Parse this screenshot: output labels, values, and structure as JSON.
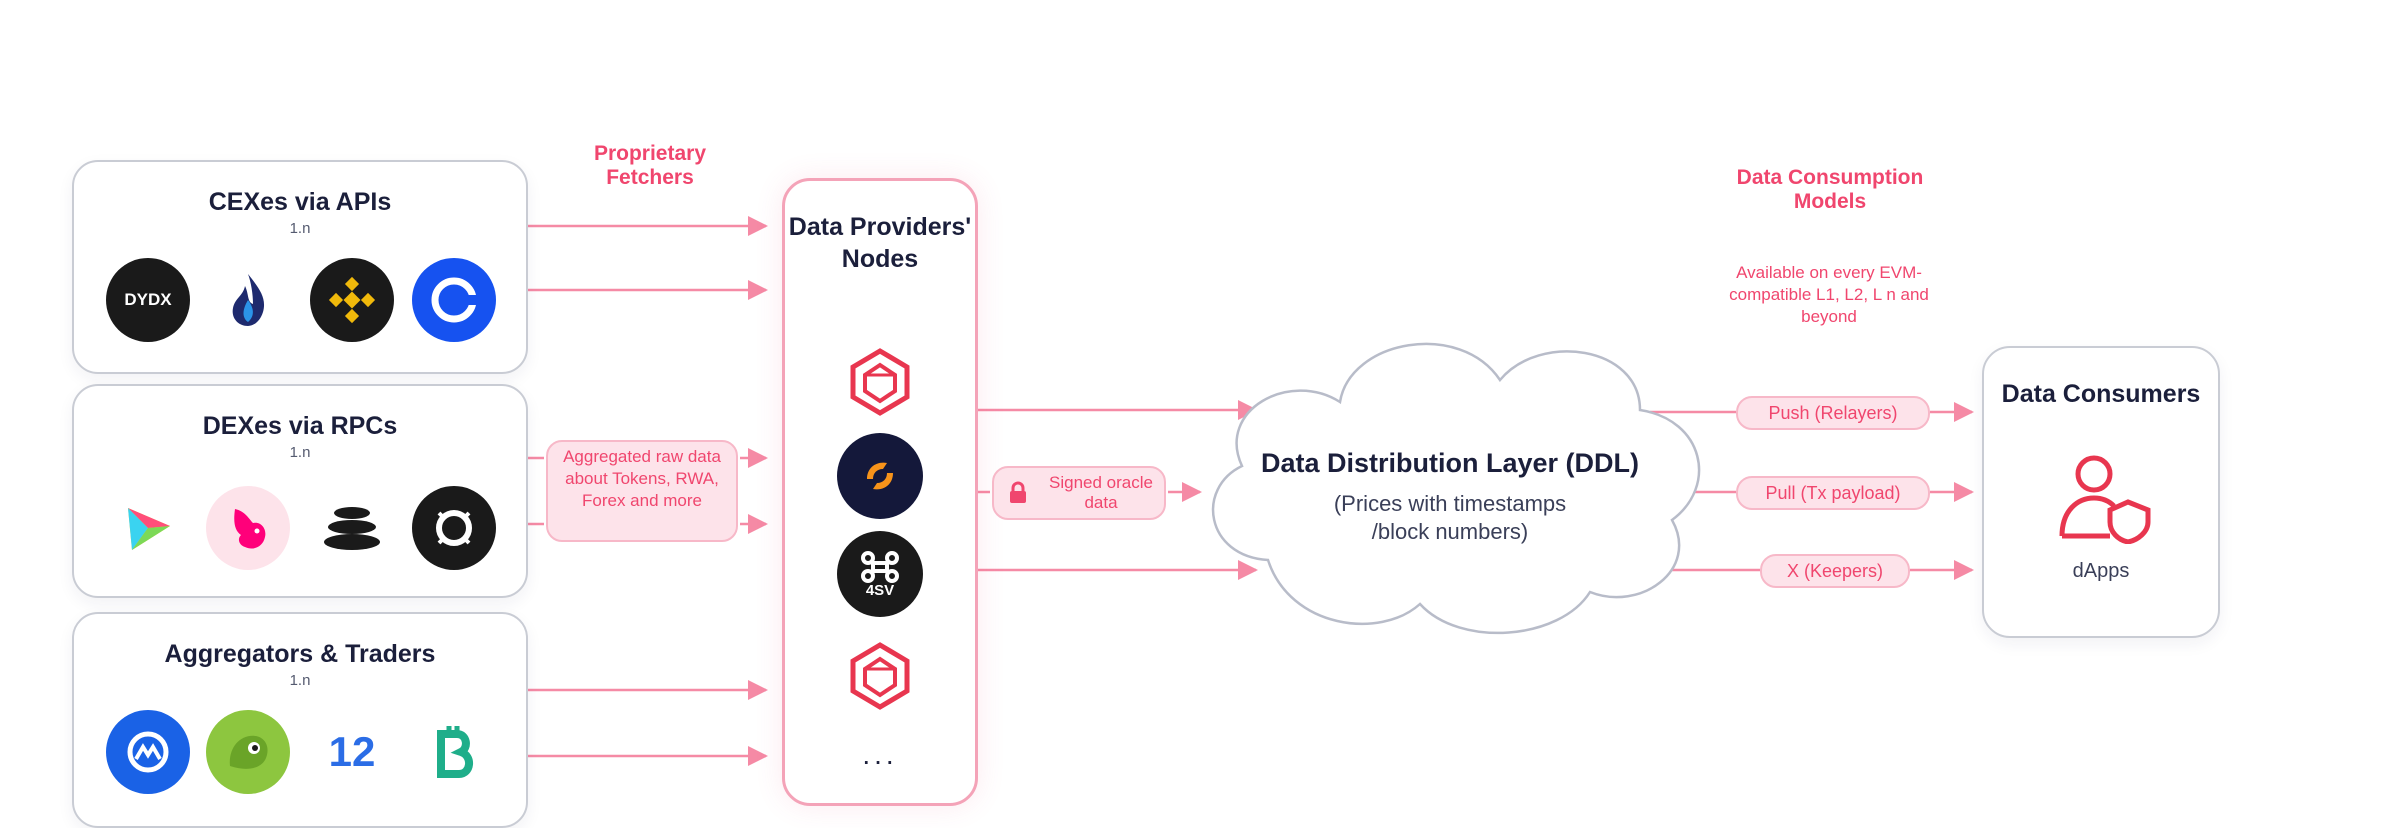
{
  "sources": [
    {
      "title": "CEXes via APIs",
      "sub": "1.n",
      "logos": [
        {
          "icon": "dydx-logo",
          "text": "DYDX"
        },
        {
          "icon": "huobi-flame-logo"
        },
        {
          "icon": "binance-logo"
        },
        {
          "icon": "coinbase-logo"
        }
      ]
    },
    {
      "title": "DEXes via RPCs",
      "sub": "1.n",
      "logos": [
        {
          "icon": "pancake-rainbow-logo"
        },
        {
          "icon": "uniswap-unicorn-logo"
        },
        {
          "icon": "stacked-discs-logo"
        },
        {
          "icon": "balancer-ring-logo"
        }
      ]
    },
    {
      "title": "Aggregators & Traders",
      "sub": "1.n",
      "logos": [
        {
          "icon": "coinmarketcap-logo"
        },
        {
          "icon": "coingecko-gecko-logo"
        },
        {
          "icon": "twelve-data-logo",
          "text": "12"
        },
        {
          "icon": "bitcoin-green-logo"
        }
      ]
    }
  ],
  "labels": {
    "proprietary_fetchers": "Proprietary Fetchers",
    "aggregated": "Aggregated raw data about Tokens, RWA, Forex and more",
    "signed": "Signed oracle data",
    "consumption_models": "Data Consumption Models",
    "consumption_note": "Available on every EVM-compatible L1, L2, L n and beyond"
  },
  "providers": {
    "title": "Data Providers' Nodes",
    "nodes": [
      {
        "icon": "redstone-gem-icon"
      },
      {
        "icon": "orange-node-icon"
      },
      {
        "icon": "command-node-icon",
        "text": "4SV"
      },
      {
        "icon": "redstone-gem-icon"
      }
    ],
    "more": "..."
  },
  "ddl": {
    "title": "Data Distribution Layer (DDL)",
    "sub_line1": "(Prices with timestamps",
    "sub_line2": "/block numbers)"
  },
  "models": [
    "Push (Relayers)",
    "Pull (Tx payload)",
    "X (Keepers)"
  ],
  "consumers": {
    "title": "Data Consumers",
    "sub": "dApps"
  },
  "colors": {
    "accent": "#f0466e",
    "pill_bg": "#fde3ea",
    "arrow": "#f58aa5",
    "ink": "#1b1f3b"
  }
}
